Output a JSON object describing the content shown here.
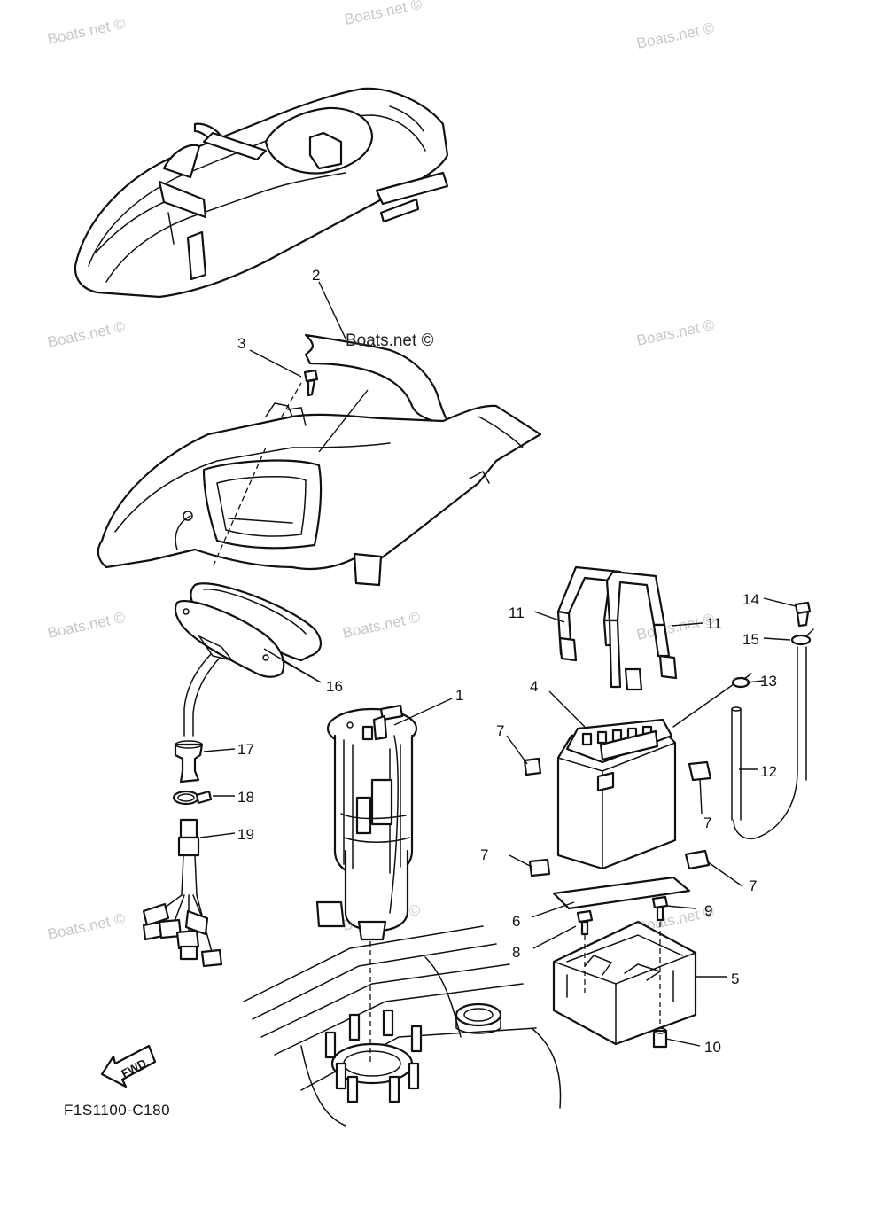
{
  "diagram": {
    "code": "F1S1100-C180",
    "fwd_label": "FWD",
    "watermark": "Boats.net ©",
    "callouts": [
      "1",
      "2",
      "3",
      "4",
      "5",
      "6",
      "7",
      "7",
      "7",
      "7",
      "8",
      "9",
      "10",
      "11",
      "11",
      "12",
      "13",
      "14",
      "15",
      "16",
      "17",
      "18",
      "19"
    ]
  }
}
